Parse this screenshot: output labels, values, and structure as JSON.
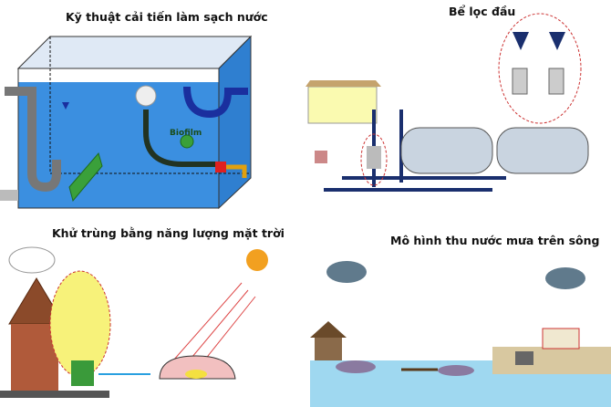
{
  "panels": [
    {
      "title": "Kỹ thuật cải tiến làm sạch nước",
      "label": "Biofilm"
    },
    {
      "title": "Bể lọc đầu"
    },
    {
      "title": "Khử trùng bằng năng lượng mặt trời"
    },
    {
      "title": "Mô hình thu nước mưa trên sông"
    }
  ],
  "colors": {
    "water": "#3b8fe0",
    "pipe": "#1a2f6e",
    "green": "#2e8b3a",
    "highlight": "#f7f27a"
  }
}
